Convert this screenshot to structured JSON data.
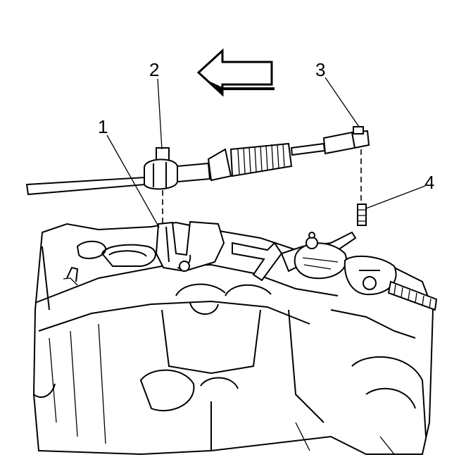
{
  "callouts": {
    "c1": "1",
    "c2": "2",
    "c3": "3",
    "c4": "4"
  },
  "direction_arrow": "left-arrow"
}
